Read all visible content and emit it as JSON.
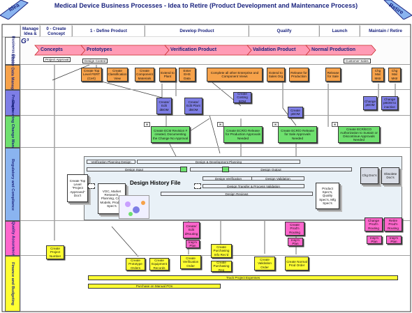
{
  "title": "Medical Device Business Processes - Idea to Retire (Product Development and Maintenance Process)",
  "corners": {
    "left": "Idea",
    "right": "Retire"
  },
  "logo": "G³",
  "phases": [
    "Manage Idea &",
    "0 - Create Concept",
    "1 - Define Product",
    "Develop Product",
    "Qualify",
    "Launch",
    "Maintain / Retire"
  ],
  "lanes": [
    "Business Phase",
    "Master Data Management",
    "Products",
    "Engineering Change Management",
    "Regulatory and Compliance",
    "Quality Assurance",
    "Finance and Budgeting"
  ],
  "stages": [
    "Concepts",
    "Prototypes",
    "Verification Product",
    "Validation Product",
    "Normal Production"
  ],
  "tags": {
    "project_approval": "Project Approval",
    "design_control": "Design Control",
    "customer_sales": "Customer Sales"
  },
  "master_data": [
    "Create Top Level FERT (Cert)",
    "Create Classification View",
    "Create Component Materials",
    "Extend to Plant",
    "Enter EHS Data",
    "Complete all other Enterprise and Component Views",
    "Extend to Sales Org",
    "Release for Production",
    "Release for Sale",
    "Chg Mat Mstr",
    "Chg Mat Mstr"
  ],
  "products": [
    "Create/ Edit dBOM",
    "Create/ Edit Plant dBOM",
    "Create Costing BOM",
    "Create pBOM",
    "Change pBOM",
    "Change pBOM to inactive"
  ],
  "ecm": [
    "Create ECM Revision # created, Documenting the Change No Approval",
    "Create ECR/O Release for Production Approvals Needed",
    "Create ECR/O Release for Sale Approvals Needed",
    "Create ECR/ECO Authorization to Sustain or Discontinue Approvals Needed"
  ],
  "regulatory": {
    "bars": [
      "Verification Planning Design",
      "Design & Development Planning",
      "Design Input",
      "Design Output",
      "Design Verification",
      "Design Validation",
      "Design Transfer & Process Validation",
      "Design Reviews"
    ],
    "doc_stack": "Create Top Level \"Project Approved\" Doc't",
    "voc": "VOC, Market Research, Planning, CAD Models, Product Spec's",
    "dhf": "Design History File",
    "product_specs": "Product Spec's, Quality Spec's, Mfg Spec's",
    "chg_docs": "Chg Doc's",
    "obsolete_docs": "Obsolete Doc's"
  },
  "quality": [
    "Create/ Edit dRouting",
    "Insp'n Plan",
    "Create Prod'n Routing",
    "Insp'n Plan",
    "Change Prod'n Routing",
    "Insp'n Plan",
    "Retire Prod'n Routing",
    "Insp'n Plan"
  ],
  "finance": {
    "boxes": [
      "Create Project Number",
      "Create Prototype Orders",
      "Create Equipment Records",
      "Create Verification Order",
      "Create Purchasing Info Rec'd",
      "Create Purchasing Req",
      "Create Validation Order",
      "Create Normal Prod Order"
    ],
    "bars": [
      "Track Project Expenses",
      "Purchase on Manual POs"
    ]
  }
}
